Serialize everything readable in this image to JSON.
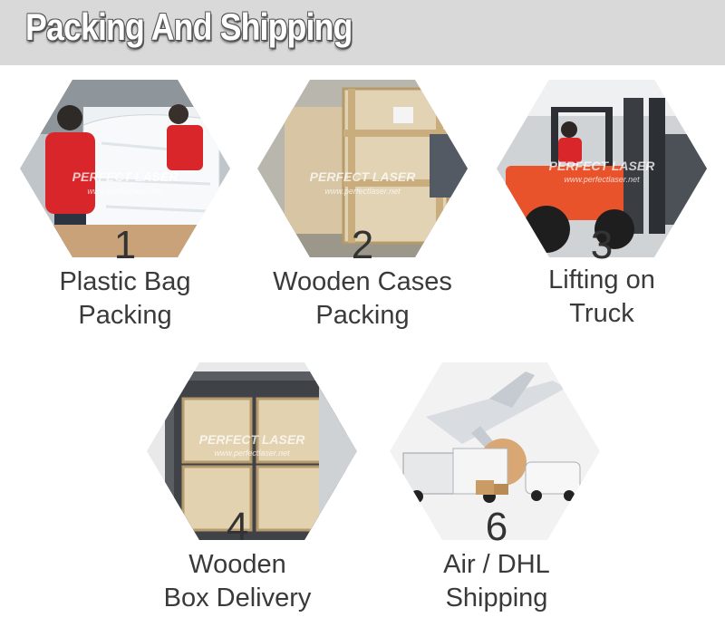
{
  "header": {
    "title": "Packing And Shipping"
  },
  "watermark": {
    "brand": "PERFECT LASER",
    "url": "www.perfectlaser.net"
  },
  "steps": [
    {
      "number": "1",
      "line1": "Plastic Bag",
      "line2": "Packing"
    },
    {
      "number": "2",
      "line1": "Wooden Cases",
      "line2": "Packing"
    },
    {
      "number": "3",
      "line1": "Lifting on",
      "line2": "Truck"
    },
    {
      "number": "4",
      "line1": "Wooden",
      "line2": "Box Delivery"
    },
    {
      "number": "6",
      "line1": "Air / DHL",
      "line2": "Shipping"
    }
  ],
  "colors": {
    "header_bg": "#d9d9d9",
    "forklift": "#e8532b",
    "shirt": "#d8262a"
  }
}
